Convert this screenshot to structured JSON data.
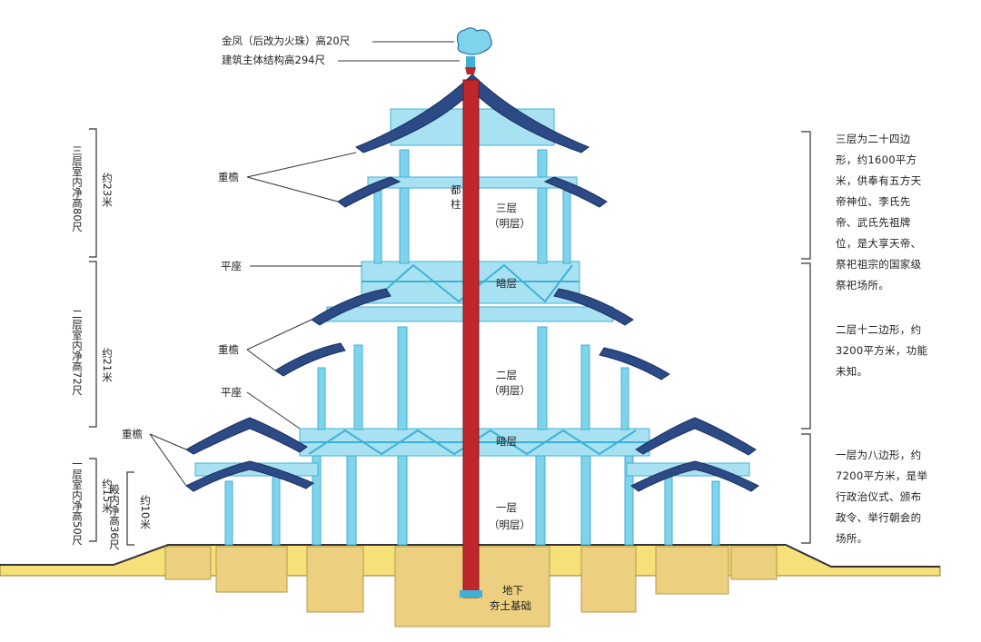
{
  "top_labels": {
    "finial": "金凤（后改为火珠）高20尺",
    "height": "建筑主体结构高294尺"
  },
  "left_labels": {
    "eaves_top": "重檐",
    "platform_top": "平座",
    "eaves_mid": "重檐",
    "platform_mid": "平座",
    "eaves_low": "重檐"
  },
  "center_labels": {
    "pillar": [
      "都",
      "柱"
    ],
    "floor3": [
      "三层",
      "（明层）"
    ],
    "dark_upper": "暗层",
    "floor2": [
      "二层",
      "（明层）"
    ],
    "dark_lower": "暗层",
    "floor1": [
      "一层",
      "（明层）"
    ],
    "foundation": [
      "地下",
      "夯土基础"
    ]
  },
  "left_dimensions": {
    "floor3_height": "三层室内净高80尺",
    "floor3_approx": "约23米",
    "floor2_height": "二层室内净高72尺",
    "floor2_approx": "约21米",
    "floor1_height": "一层室内净高50尺",
    "floor1_approx": "约15米",
    "hall_height": "殿内净高36尺",
    "hall_approx": "约10米"
  },
  "right_descriptions": {
    "floor3": [
      "三层为二十四边",
      "形，约1600平方",
      "米，供奉有五方天",
      "帝神位、李氏先",
      "帝、武氏先祖牌",
      "位，是大享天帝、",
      "祭祀祖宗的国家级",
      "祭祀场所。"
    ],
    "floor2": [
      "二层十二边形，约",
      "3200平方米，功能",
      "未知。"
    ],
    "floor1": [
      "一层为八边形，约",
      "7200平方米，是举",
      "行政治仪式、颁布",
      "政令、举行朝会的",
      "场所。"
    ]
  },
  "colors": {
    "structure": "#3fb1d6",
    "structure_fill": "#7fd3ea",
    "roof": "#2c4a86",
    "pillar": "#c0272d",
    "ground": "#f5e07a",
    "foundation": "#ecd080"
  }
}
